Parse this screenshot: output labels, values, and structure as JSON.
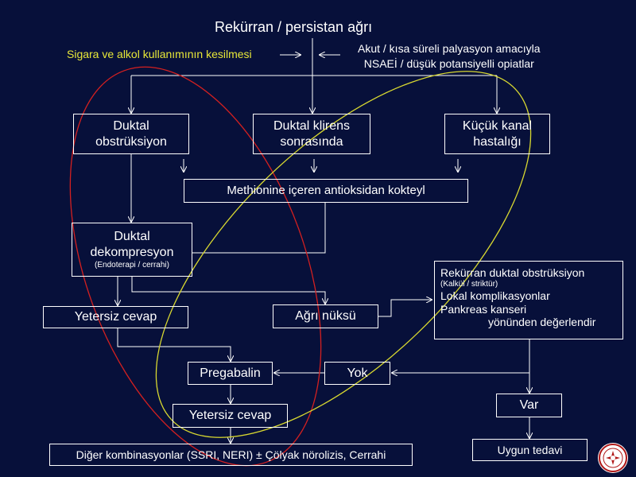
{
  "title": "Rekürran / persistan ağrı",
  "note_left": "Sigara ve alkol kullanımının kesilmesi",
  "note_right": {
    "line1": "Akut  / kısa süreli palyasyon amacıyla",
    "line2": "NSAEİ / düşük potansiyelli opiatlar"
  },
  "boxes": {
    "ductal_obstruction": {
      "line1": "Duktal",
      "line2": "obstrüksiyon"
    },
    "ductal_clearance": {
      "line1": "Duktal  klirens",
      "line2": "sonrasında"
    },
    "small_duct": {
      "line1": "Küçük kanal",
      "line2": "hastalığı"
    },
    "methionine": "Methionine içeren antioksidan kokteyl",
    "decompression": {
      "line1": "Duktal",
      "line2": "dekompresyon",
      "note": "(Endoterapi / cerrahi)"
    },
    "insufficient_1": "Yetersiz cevap",
    "pain_relapse": "Ağrı  nüksü",
    "recurrent_eval": {
      "line1": "Rekürran duktal obstrüksiyon",
      "line2": "(Kalkül / striktür)",
      "line3": "Lokal komplikasyonlar",
      "line4": "Pankreas  kanseri",
      "line5": "yönünden değerlendir"
    },
    "pregabalin": "Pregabalin",
    "none": "Yok",
    "present": "Var",
    "insufficient_2": "Yetersiz  cevap",
    "appropriate_treatment": "Uygun tedavi",
    "other_combinations": "Diğer kombinasyonlar (SSRI, NERI) ± Çölyak nörolizis, Cerrahi"
  },
  "colors": {
    "background": "#07103a",
    "text": "#ffffff",
    "note_yellow": "#e8e838",
    "ellipse_red": "#d42020",
    "ellipse_yellow": "#d8d830",
    "logo_red": "#b01818"
  },
  "icons": {
    "logo": "university-seal-icon"
  }
}
